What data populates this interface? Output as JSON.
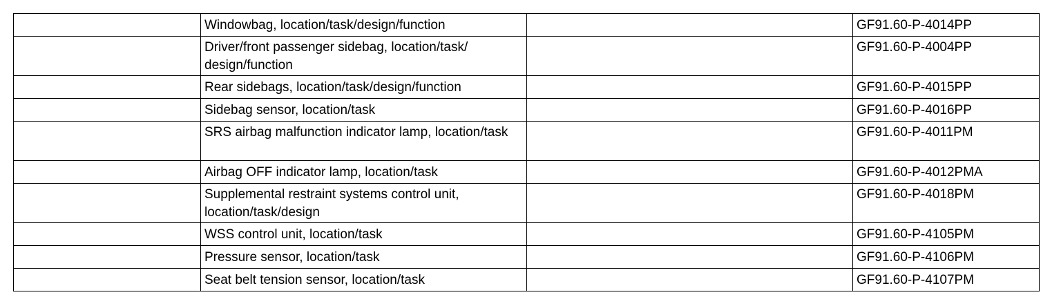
{
  "rows": [
    {
      "description": "Windowbag, location/task/design/function",
      "document": "GF91.60-P-4014PP"
    },
    {
      "description": "Driver/front passenger sidebag, location/task/ design/function",
      "document": "GF91.60-P-4004PP"
    },
    {
      "description": "Rear sidebags, location/task/design/function",
      "document": "GF91.60-P-4015PP"
    },
    {
      "description": "Sidebag sensor, location/task",
      "document": "GF91.60-P-4016PP"
    },
    {
      "description": "SRS airbag malfunction indicator lamp, location/task",
      "document": "GF91.60-P-4011PM"
    },
    {
      "description": "Airbag OFF indicator lamp, location/task",
      "document": "GF91.60-P-4012PMA"
    },
    {
      "description": "Supplemental restraint systems control unit, location/task/design",
      "document": "GF91.60-P-4018PM"
    },
    {
      "description": "WSS control unit, location/task",
      "document": "GF91.60-P-4105PM"
    },
    {
      "description": "Pressure sensor, location/task",
      "document": "GF91.60-P-4106PM"
    },
    {
      "description": "Seat belt tension sensor, location/task",
      "document": "GF91.60-P-4107PM"
    }
  ]
}
